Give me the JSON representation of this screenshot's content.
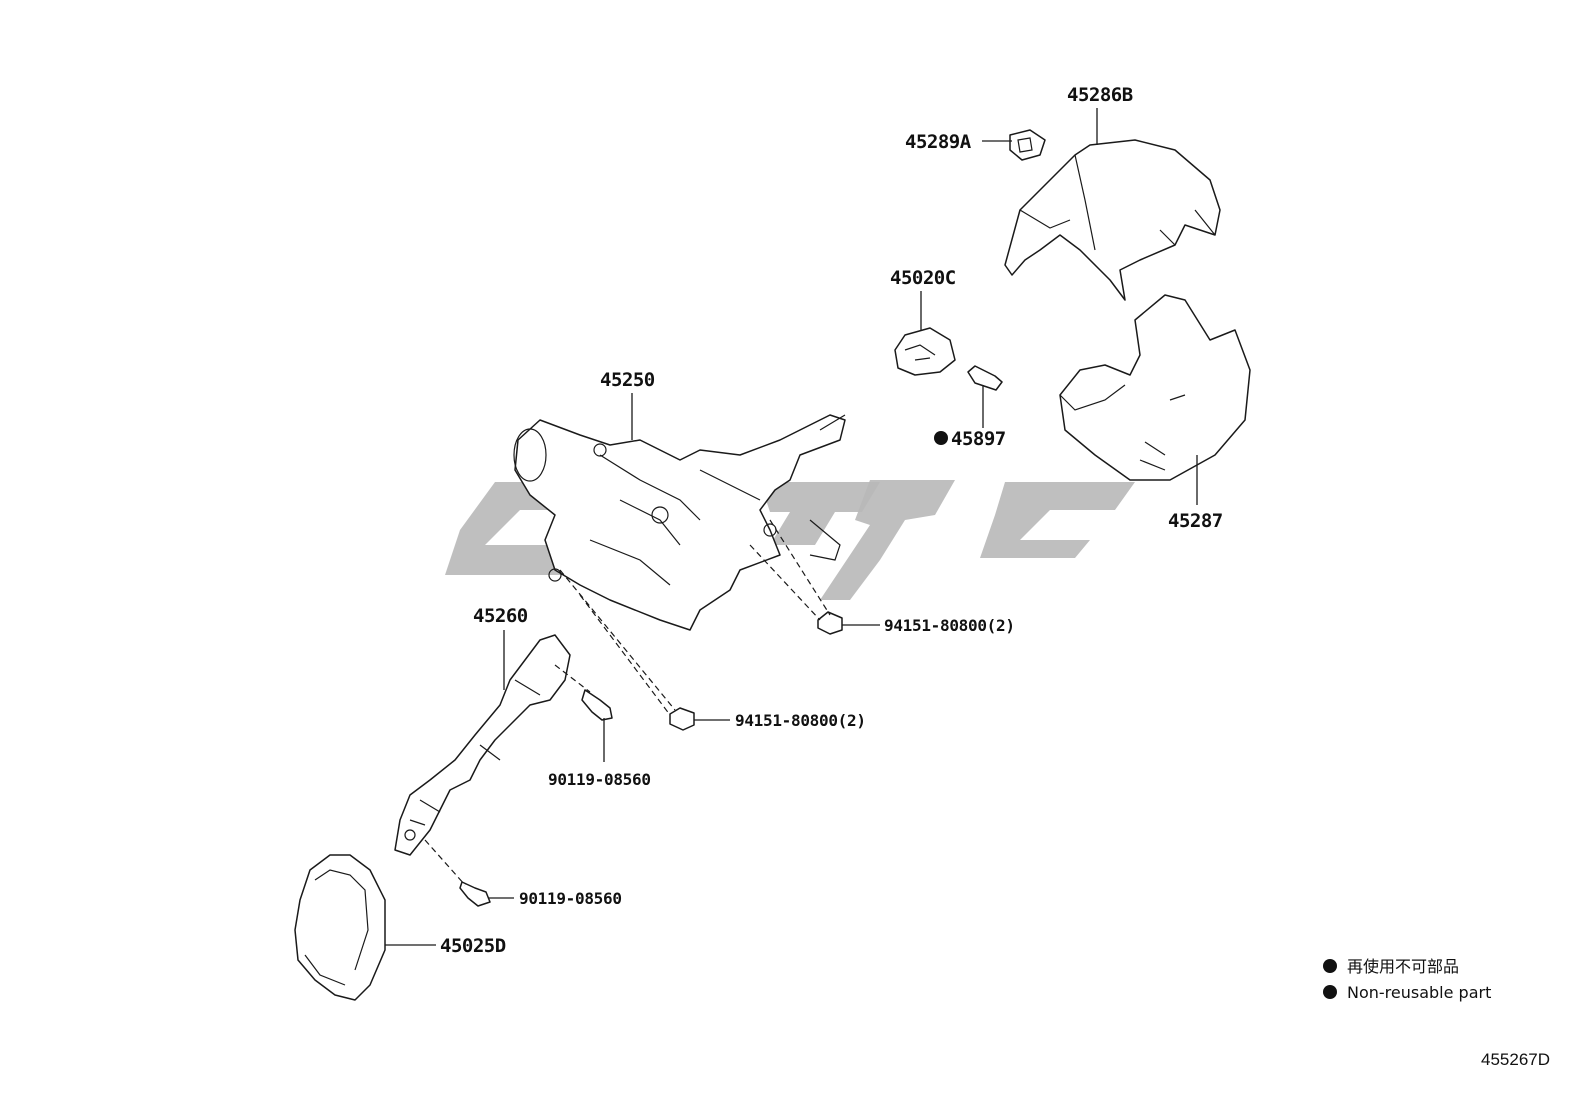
{
  "diagram": {
    "parts": [
      {
        "id": "p-45286B",
        "label": "45286B"
      },
      {
        "id": "p-45289A",
        "label": "45289A"
      },
      {
        "id": "p-45020C",
        "label": "45020C"
      },
      {
        "id": "p-45897",
        "label": "45897",
        "non_reusable": true
      },
      {
        "id": "p-45287",
        "label": "45287"
      },
      {
        "id": "p-45250",
        "label": "45250"
      },
      {
        "id": "p-94151-a",
        "label": "94151-80800(2)"
      },
      {
        "id": "p-94151-b",
        "label": "94151-80800(2)"
      },
      {
        "id": "p-45260",
        "label": "45260"
      },
      {
        "id": "p-90119-a",
        "label": "90119-08560"
      },
      {
        "id": "p-90119-b",
        "label": "90119-08560"
      },
      {
        "id": "p-45025D",
        "label": "45025D"
      }
    ],
    "legend": {
      "symbol": "●",
      "line1": "再使用不可部品",
      "line2": "Non-reusable part"
    },
    "figure_number": "455267D"
  }
}
